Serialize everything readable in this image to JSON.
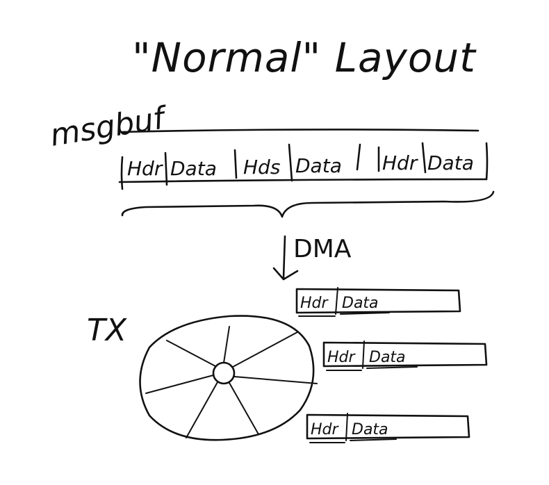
{
  "title": "\"Normal\" Layout",
  "msgbuf": {
    "label": "msgbuf",
    "cells": [
      "Hdr",
      "Data",
      "Hds",
      "Data",
      "Hdr",
      "Data"
    ]
  },
  "arrow_label": "DMA",
  "ring_label": "TX",
  "descriptors": [
    {
      "hdr": "Hdr",
      "data": "Data"
    },
    {
      "hdr": "Hdr",
      "data": "Data"
    },
    {
      "hdr": "Hdr",
      "data": "Data"
    }
  ]
}
